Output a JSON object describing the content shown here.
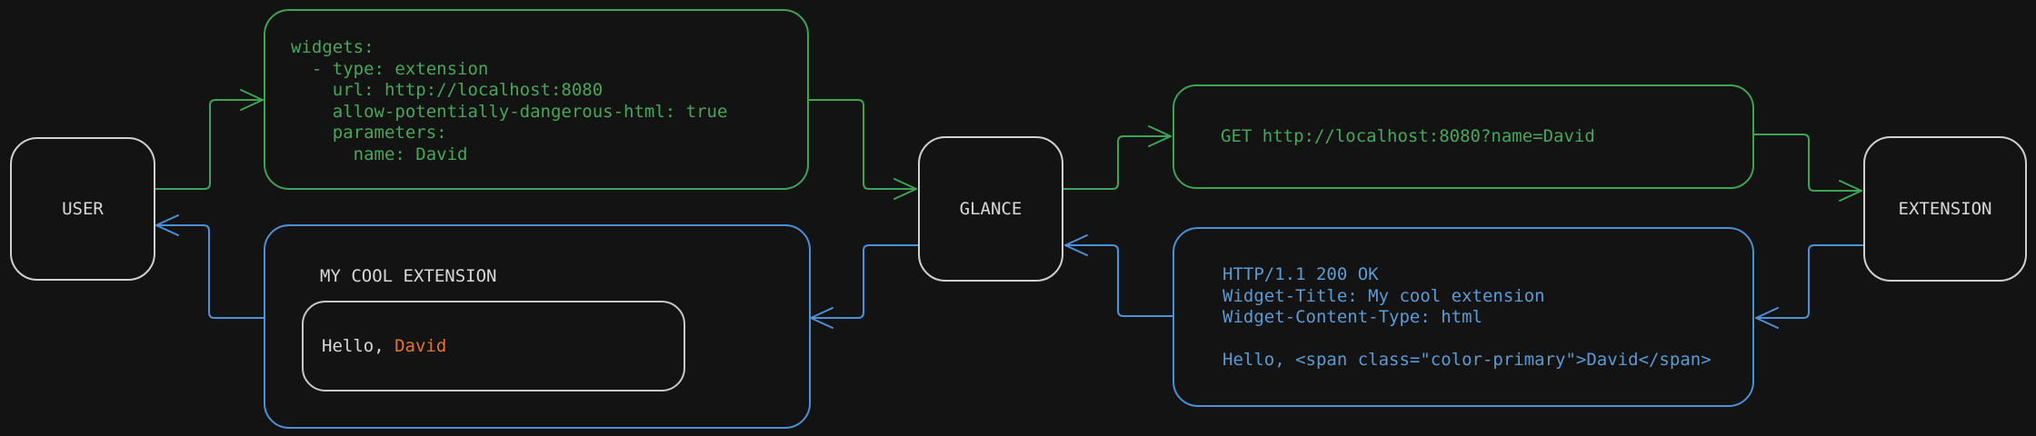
{
  "nodes": {
    "user": {
      "label": "USER"
    },
    "glance": {
      "label": "GLANCE"
    },
    "extension": {
      "label": "EXTENSION"
    }
  },
  "config_box": {
    "lines": [
      "widgets:",
      "  - type: extension",
      "    url: http://localhost:8080",
      "    allow-potentially-dangerous-html: true",
      "    parameters:",
      "      name: David"
    ]
  },
  "request_box": {
    "text": "GET http://localhost:8080?name=David"
  },
  "response_box": {
    "lines": [
      "HTTP/1.1 200 OK",
      "Widget-Title: My cool extension",
      "Widget-Content-Type: html",
      "",
      "Hello, <span class=\"color-primary\">David</span>"
    ]
  },
  "widget_box": {
    "title": "MY COOL EXTENSION",
    "greeting_prefix": "Hello, ",
    "greeting_name": "David"
  },
  "colors": {
    "background": "#131313",
    "green": "#3fa254",
    "blue": "#4c91d5",
    "orange": "#e0742f",
    "node_border": "#d0d0d0",
    "text": "#d8d8d8"
  }
}
